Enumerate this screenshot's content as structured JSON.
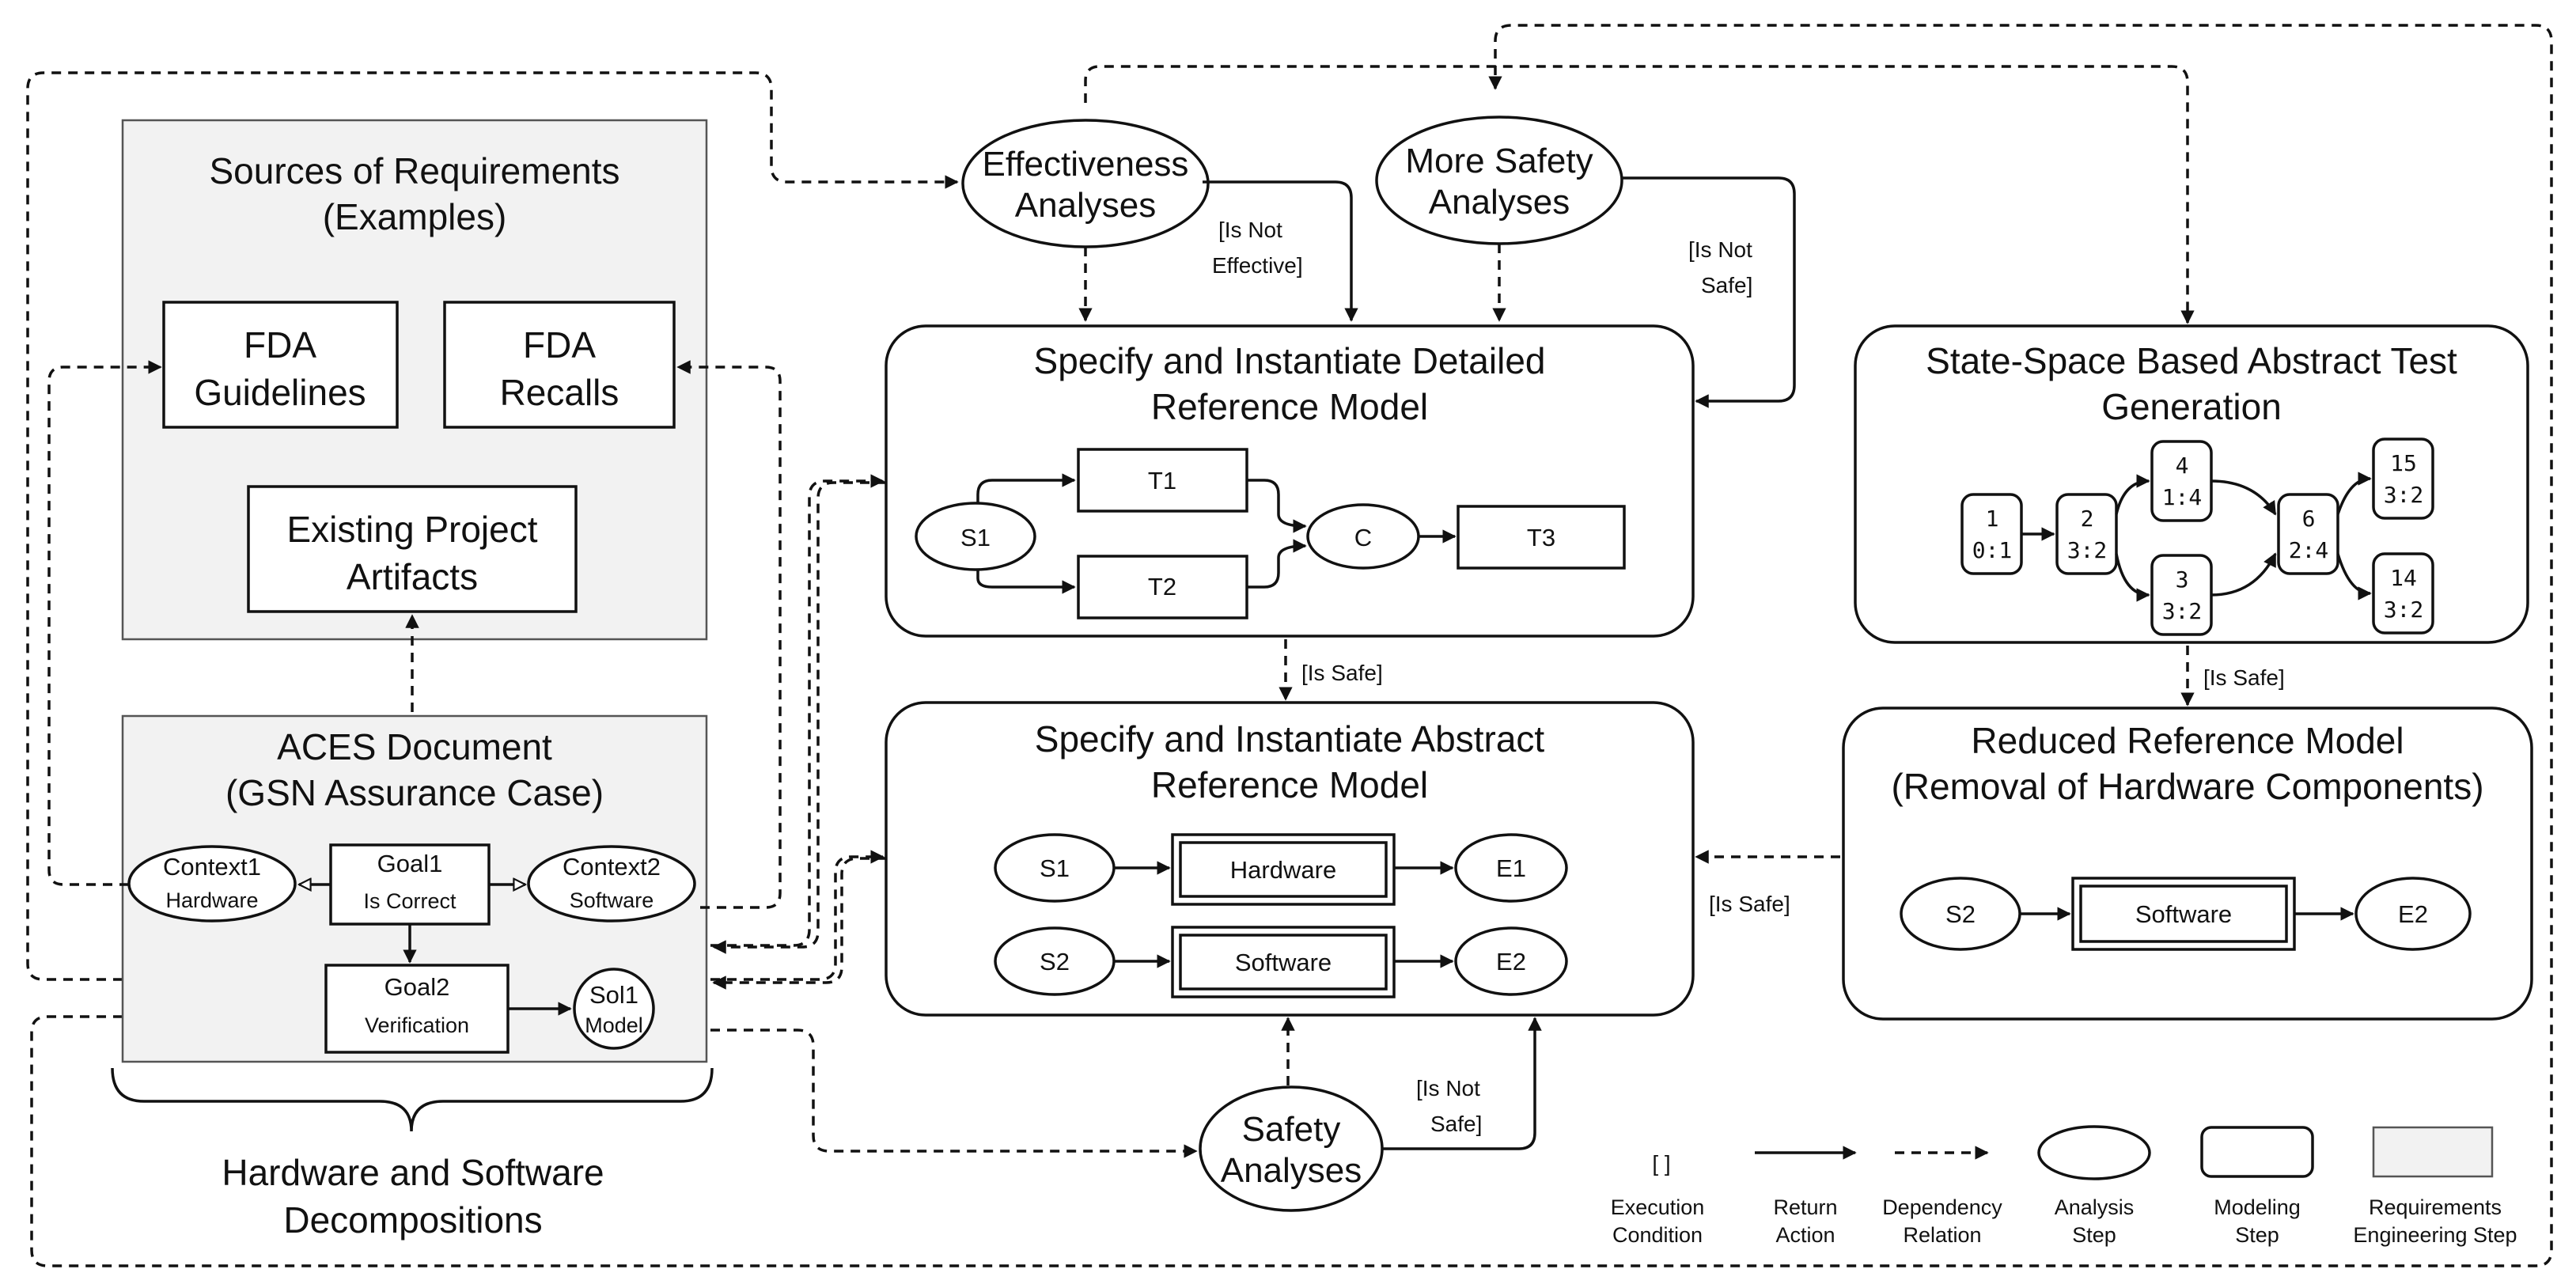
{
  "requirements": {
    "title": [
      "Sources of Requirements",
      "(Examples)"
    ],
    "fda_guidelines": [
      "FDA",
      "Guidelines"
    ],
    "fda_recalls": [
      "FDA",
      "Recalls"
    ],
    "existing_artifacts": [
      "Existing Project",
      "Artifacts"
    ]
  },
  "aces": {
    "title": [
      "ACES Document",
      "(GSN Assurance Case)"
    ],
    "context1": [
      "Context1",
      "Hardware"
    ],
    "goal1": [
      "Goal1",
      "Is Correct"
    ],
    "context2": [
      "Context2",
      "Software"
    ],
    "goal2": [
      "Goal2",
      "Verification"
    ],
    "sol1": [
      "Sol1",
      "Model"
    ]
  },
  "decomposition": [
    "Hardware and Software",
    "Decompositions"
  ],
  "effectiveness": [
    "Effectiveness",
    "Analyses"
  ],
  "more_safety": [
    "More Safety",
    "Analyses"
  ],
  "safety": [
    "Safety",
    "Analyses"
  ],
  "conditions": {
    "is_not_effective": [
      "[Is Not",
      "Effective]"
    ],
    "is_not_safe_top": [
      "[Is Not",
      "Safe]"
    ],
    "is_not_safe_bottom": [
      "[Is Not",
      "Safe]"
    ],
    "is_safe_mid": "[Is Safe]",
    "is_safe_right": "[Is Safe]",
    "is_safe_reduced": "[Is Safe]"
  },
  "detailed": {
    "title": [
      "Specify and Instantiate Detailed",
      "Reference Model"
    ],
    "s1": "S1",
    "t1": "T1",
    "t2": "T2",
    "c": "C",
    "t3": "T3"
  },
  "abstract": {
    "title": [
      "Specify and Instantiate Abstract",
      "Reference Model"
    ],
    "s1": "S1",
    "hardware": "Hardware",
    "e1": "E1",
    "s2": "S2",
    "software": "Software",
    "e2": "E2"
  },
  "statespace": {
    "title": [
      "State-Space Based Abstract Test",
      "Generation"
    ],
    "nodes": [
      {
        "id": "n1",
        "label": [
          "1",
          "0:1"
        ]
      },
      {
        "id": "n2",
        "label": [
          "2",
          "3:2"
        ]
      },
      {
        "id": "n4",
        "label": [
          "4",
          "1:4"
        ]
      },
      {
        "id": "n3",
        "label": [
          "3",
          "3:2"
        ]
      },
      {
        "id": "n6",
        "label": [
          "6",
          "2:4"
        ]
      },
      {
        "id": "n15",
        "label": [
          "15",
          "3:2"
        ]
      },
      {
        "id": "n14",
        "label": [
          "14",
          "3:2"
        ]
      }
    ]
  },
  "reduced": {
    "title": [
      "Reduced Reference Model",
      "(Removal of Hardware Components)"
    ],
    "s2": "S2",
    "software": "Software",
    "e2": "E2"
  },
  "legend": {
    "bracket_symbol": "[  ]",
    "items": [
      {
        "key": "execution",
        "label": [
          "Execution",
          "Condition"
        ]
      },
      {
        "key": "return",
        "label": [
          "Return",
          "Action"
        ]
      },
      {
        "key": "dependency",
        "label": [
          "Dependency",
          "Relation"
        ]
      },
      {
        "key": "analysis",
        "label": [
          "Analysis",
          "Step"
        ]
      },
      {
        "key": "modeling",
        "label": [
          "Modeling",
          "Step"
        ]
      },
      {
        "key": "requirements",
        "label": [
          "Requirements",
          "Engineering Step"
        ]
      }
    ]
  }
}
